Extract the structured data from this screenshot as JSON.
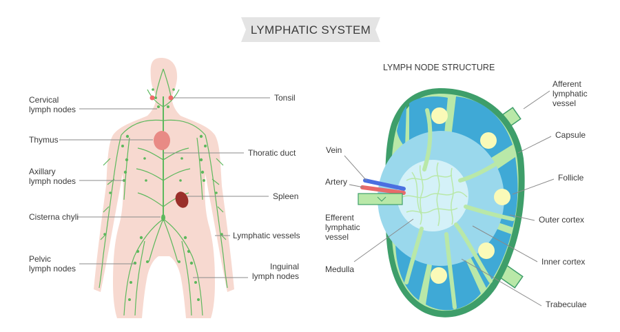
{
  "title": "LYMPHATIC SYSTEM",
  "body_labels": {
    "cervical": [
      "Cervical",
      "lymph nodes"
    ],
    "thymus": "Thymus",
    "axillary": [
      "Axillary",
      "lymph nodes"
    ],
    "cisterna": "Cisterna chyli",
    "pelvic": [
      "Pelvic",
      "lymph nodes"
    ],
    "tonsil": "Tonsil",
    "thoracic": "Thoratic duct",
    "spleen": "Spleen",
    "vessels": "Lymphatic vessels",
    "inguinal": [
      "Inguinal",
      "lymph nodes"
    ]
  },
  "node_structure": {
    "title": "LYMPH NODE STRUCTURE",
    "labels": {
      "vein": "Vein",
      "artery": "Artery",
      "efferent": [
        "Efferent",
        "lymphatic",
        "vessel"
      ],
      "medulla": "Medulla",
      "afferent": [
        "Afferent",
        "lymphatic",
        "vessel"
      ],
      "capsule": "Capsule",
      "follicle": "Follicle",
      "outer_cortex": "Outer cortex",
      "inner_cortex": "Inner cortex",
      "trabeculae": "Trabeculae"
    }
  },
  "colors": {
    "skin": "#f7d9d0",
    "lymph_green": "#5cb85c",
    "thymus": "#e88a85",
    "spleen": "#9a2f2a",
    "tonsil": "#f06a6a",
    "capsule": "#3e9e6a",
    "trabecula": "#b9e8a8",
    "outer_cortex": "#3fa9d6",
    "inner_cortex": "#9ad8ec",
    "medulla": "#d4f1f8",
    "follicle": "#fafab8",
    "vein": "#4a6fe0",
    "artery": "#e86a6a"
  }
}
